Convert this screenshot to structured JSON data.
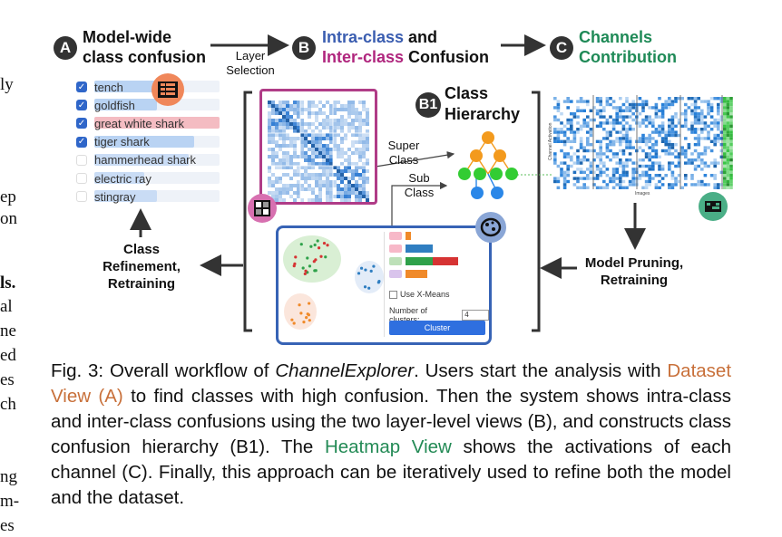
{
  "margin_fragments": [
    "ly",
    "ep",
    "on",
    "ls.",
    "al",
    "ne",
    "ed",
    "es",
    "ch",
    "ng",
    "m-",
    "es"
  ],
  "stage_a": {
    "badge": "A",
    "title_line1": "Model-wide",
    "title_line2": "class confusion"
  },
  "layer_selection": {
    "line1": "Layer",
    "line2": "Selection"
  },
  "stage_b": {
    "badge": "B",
    "title_intra": "Intra-class",
    "title_and": " and",
    "title_inter": "Inter-class",
    "title_confusion": " Confusion"
  },
  "stage_c": {
    "badge": "C",
    "title_line1": "Channels",
    "title_line2": "Contribution"
  },
  "stage_b1": {
    "badge": "B1",
    "title_line1": "Class",
    "title_line2": "Hierarchy"
  },
  "super_class": {
    "line1": "Super",
    "line2": "Class"
  },
  "sub_class": {
    "line1": "Sub",
    "line2": "Class"
  },
  "class_refinement": {
    "line1": "Class",
    "line2": "Refinement,",
    "line3": "Retraining"
  },
  "model_pruning": {
    "line1": "Model Pruning,",
    "line2": "Retraining"
  },
  "dataset_classes": [
    {
      "label": "tench",
      "checked": true,
      "fraction": 0.55,
      "color": "#b9d3f3"
    },
    {
      "label": "goldfish",
      "checked": true,
      "fraction": 0.5,
      "color": "#b9d3f3"
    },
    {
      "label": "great white shark",
      "checked": true,
      "fraction": 1.0,
      "color": "#f4bcc2"
    },
    {
      "label": "tiger shark",
      "checked": true,
      "fraction": 0.8,
      "color": "#b9d3f3"
    },
    {
      "label": "hammerhead shark",
      "checked": false,
      "fraction": 0.75,
      "color": "#c9dcf5"
    },
    {
      "label": "electric ray",
      "checked": false,
      "fraction": 0.4,
      "color": "#c9dcf5"
    },
    {
      "label": "stingray",
      "checked": false,
      "fraction": 0.5,
      "color": "#c9dcf5"
    }
  ],
  "cluster_panel": {
    "xmeans_label": "Use X-Means",
    "num_clusters_label": "Number of clusters:",
    "num_clusters_value": "4",
    "cluster_button": "Cluster"
  },
  "heatmap_axis": {
    "ylabel": "Channel Activation",
    "xlabel": "Images"
  },
  "caption": {
    "p1": "Fig. 3: Overall workflow of ",
    "italic": "ChannelExplorer",
    "p2": ". Users start the analysis with ",
    "link1": "Dataset View (A)",
    "p3": " to find classes with high confusion. Then the system shows intra-class and inter-class confusions using the two layer-level views (B), and constructs class confusion hierarchy (B1). The ",
    "link2": "Heatmap View",
    "p4": " shows the activations of each channel (C). Finally, this approach can be iteratively used to refine both the model and the dataset."
  },
  "colors": {
    "intra": "#3a5db0",
    "inter": "#b0267e",
    "channels": "#1f8a57",
    "dataset_link": "#c8703a",
    "heatmap_link": "#238a55",
    "matrix_border": "#b03c87",
    "cluster_border": "#3763b5",
    "tree_orange": "#f39a1d",
    "tree_green": "#33cc33",
    "tree_blue": "#2a87e8"
  }
}
